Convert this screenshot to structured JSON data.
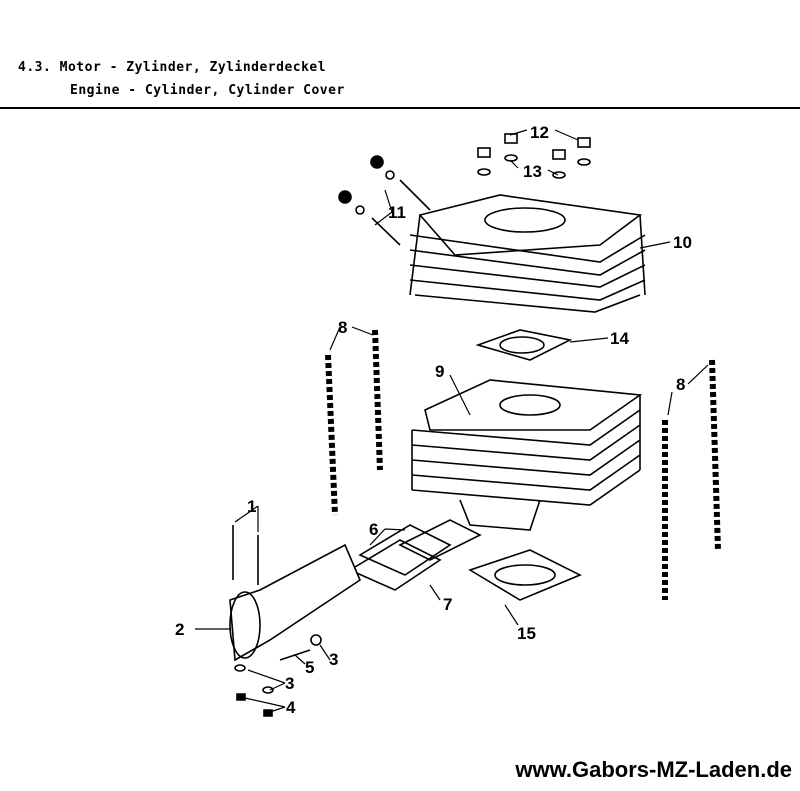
{
  "header": {
    "title_de": "4.3. Motor - Zylinder, Zylinderdeckel",
    "title_en": "Engine - Cylinder, Cylinder Cover"
  },
  "callouts": {
    "c12": "12",
    "c13": "13",
    "c11": "11",
    "c10": "10",
    "c14": "14",
    "c8a": "8",
    "c9": "9",
    "c8b": "8",
    "c1": "1",
    "c6": "6",
    "c2": "2",
    "c7": "7",
    "c15": "15",
    "c5": "5",
    "c3a": "3",
    "c3b": "3",
    "c4": "4"
  },
  "footer": {
    "url": "www.Gabors-MZ-Laden.de"
  }
}
